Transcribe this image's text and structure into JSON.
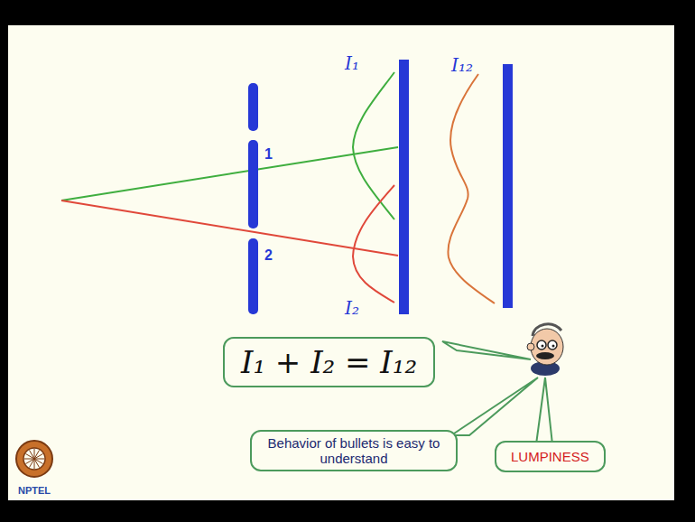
{
  "diagram": {
    "nodes": [
      {
        "text": [
          "I₁ + I₂ = I₁₂"
        ]
      },
      {
        "text": [
          "Behavior of bullets is easy to understand"
        ]
      },
      {
        "text": [
          "LUMPINESS"
        ]
      }
    ],
    "labels": [
      "1",
      "2",
      "I₁",
      "I₂",
      "I₁₂",
      "NPTEL"
    ]
  }
}
